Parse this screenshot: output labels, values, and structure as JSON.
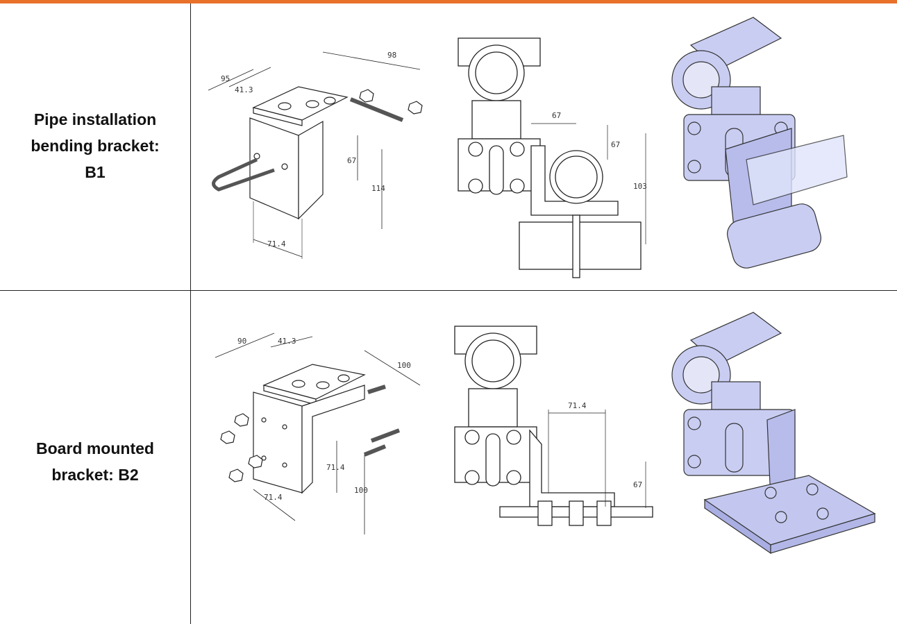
{
  "rows": [
    {
      "label": "Pipe installation bending bracket: B1",
      "label_lines": [
        "Pipe installation",
        "bending bracket:",
        "B1"
      ],
      "dims_iso": [
        "95",
        "41.3",
        "98",
        "67",
        "114",
        "71.4"
      ],
      "dims_side": [
        "67",
        "67",
        "103"
      ]
    },
    {
      "label": "Board mounted bracket: B2",
      "label_lines": [
        "Board mounted",
        "bracket: B2"
      ],
      "dims_iso": [
        "90",
        "41.3",
        "100",
        "71.4",
        "100",
        "71.4"
      ],
      "dims_side": [
        "71.4",
        "67"
      ]
    }
  ],
  "colors": {
    "header_bar": "#e8702a",
    "render_fill": "#c9cdf2",
    "line": "#222222"
  }
}
